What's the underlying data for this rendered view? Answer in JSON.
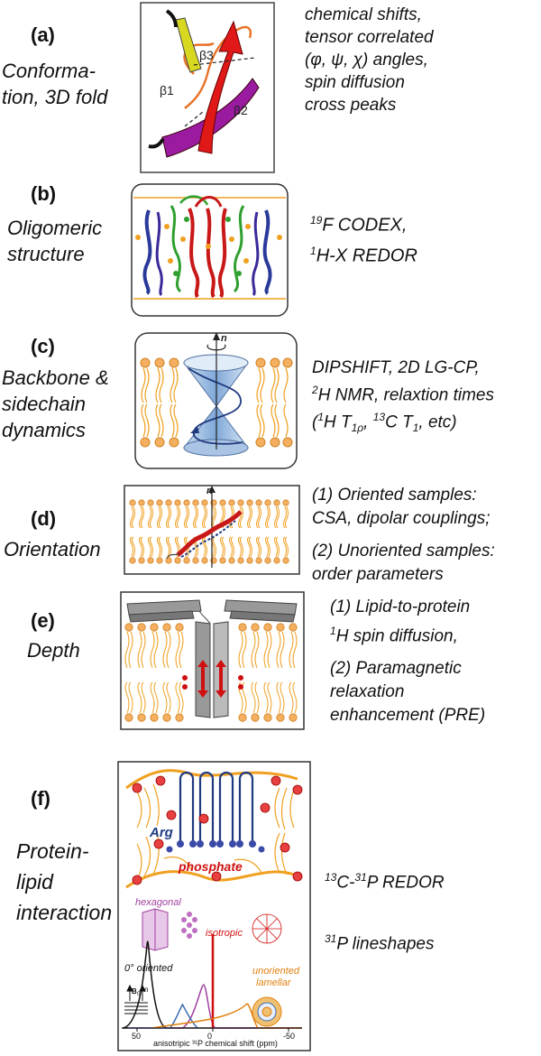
{
  "rows": [
    {
      "label": "(a)",
      "category": [
        "Conforma-",
        "tion, 3D fold"
      ],
      "methods": [
        "chemical shifts,",
        "tensor correlated",
        "(φ, ψ, χ) angles,",
        "spin diffusion",
        "cross peaks"
      ],
      "figure": {
        "strand_labels": [
          "β1",
          "β3",
          "β2"
        ]
      }
    },
    {
      "label": "(b)",
      "category": [
        "Oligomeric",
        "structure"
      ],
      "methods_html": [
        "<sup>19</sup>F CODEX,",
        "<sup>1</sup>H-X REDOR"
      ]
    },
    {
      "label": "(c)",
      "category": [
        "Backbone &",
        "sidechain",
        "dynamics"
      ],
      "methods_html": [
        "DIPSHIFT, 2D LG-CP,",
        "<sup>2</sup>H NMR, relaxtion times",
        "(<sup>1</sup>H T<sub>1ρ</sub>, <sup>13</sup>C T<sub>1</sub>, etc)"
      ],
      "figure": {
        "axis_label": "n"
      }
    },
    {
      "label": "(d)",
      "category": [
        "Orientation"
      ],
      "methods": [
        "(1) Oriented samples:",
        "CSA, dipolar couplings;",
        "(2) Unoriented samples:",
        "order parameters"
      ],
      "figure": {
        "axis_label": "n"
      }
    },
    {
      "label": "(e)",
      "category": [
        "Depth"
      ],
      "methods_html": [
        "(1) Lipid-to-protein",
        "<sup>1</sup>H spin diffusion,",
        "(2) Paramagnetic",
        "relaxation",
        "enhancement (PRE)"
      ]
    },
    {
      "label": "(f)",
      "category": [
        "Protein-",
        "lipid",
        "interaction"
      ],
      "methods_html": [
        "<sup>13</sup>C-<sup>31</sup>P REDOR",
        "<sup>31</sup>P lineshapes"
      ],
      "figure": {
        "arg_label": "Arg",
        "phosphate_label": "phosphate",
        "hexagonal_label": "hexagonal",
        "isotropic_label": "isotropic",
        "oriented_label": "0° oriented",
        "unoriented_label": [
          "unoriented",
          "lamellar"
        ],
        "b0_label": "B",
        "b0_sub": "0",
        "n_label": "n",
        "x_ticks": [
          "50",
          "0",
          "-50"
        ],
        "x_axis_label": "anisotripic ³¹P chemical shift (ppm)"
      }
    }
  ],
  "colors": {
    "orange": "#f0a020",
    "red": "#d01010",
    "purple": "#a040a0",
    "blue": "#203a80",
    "green": "#2fa02f"
  }
}
